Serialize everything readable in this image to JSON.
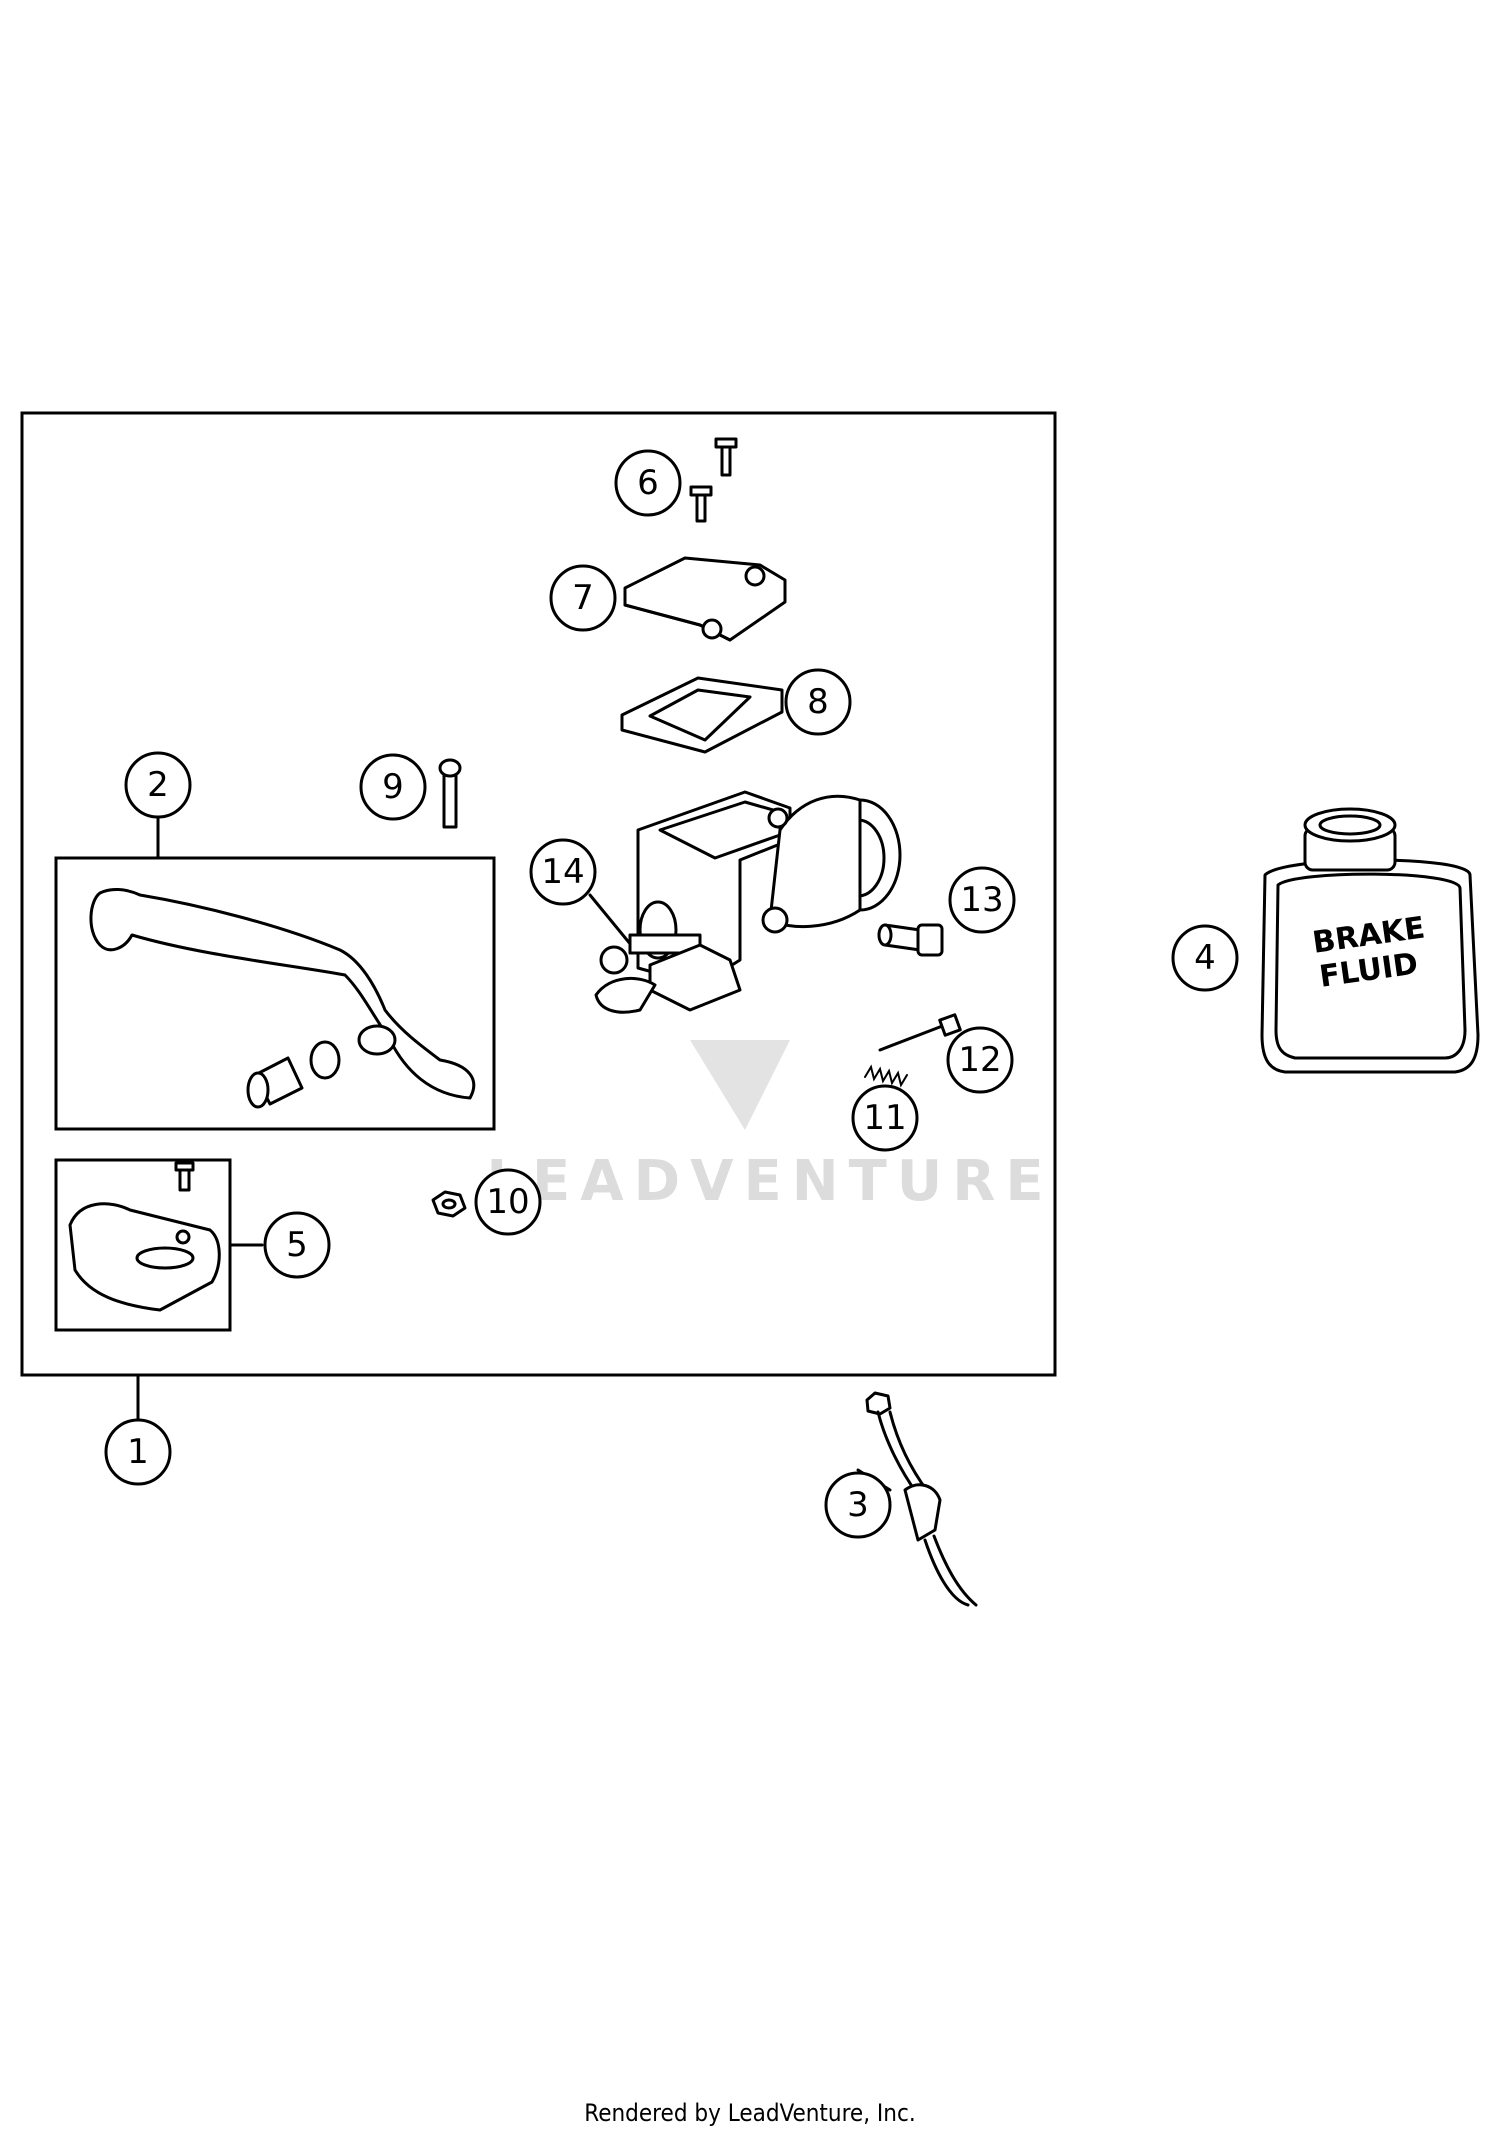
{
  "footer": "Rendered by LeadVenture, Inc.",
  "watermark": "LEADVENTURE",
  "brake_fluid_label": [
    "BRAKE",
    "FLUID"
  ],
  "callouts": [
    "1",
    "2",
    "3",
    "4",
    "5",
    "6",
    "7",
    "8",
    "9",
    "10",
    "11",
    "12",
    "13",
    "14"
  ]
}
